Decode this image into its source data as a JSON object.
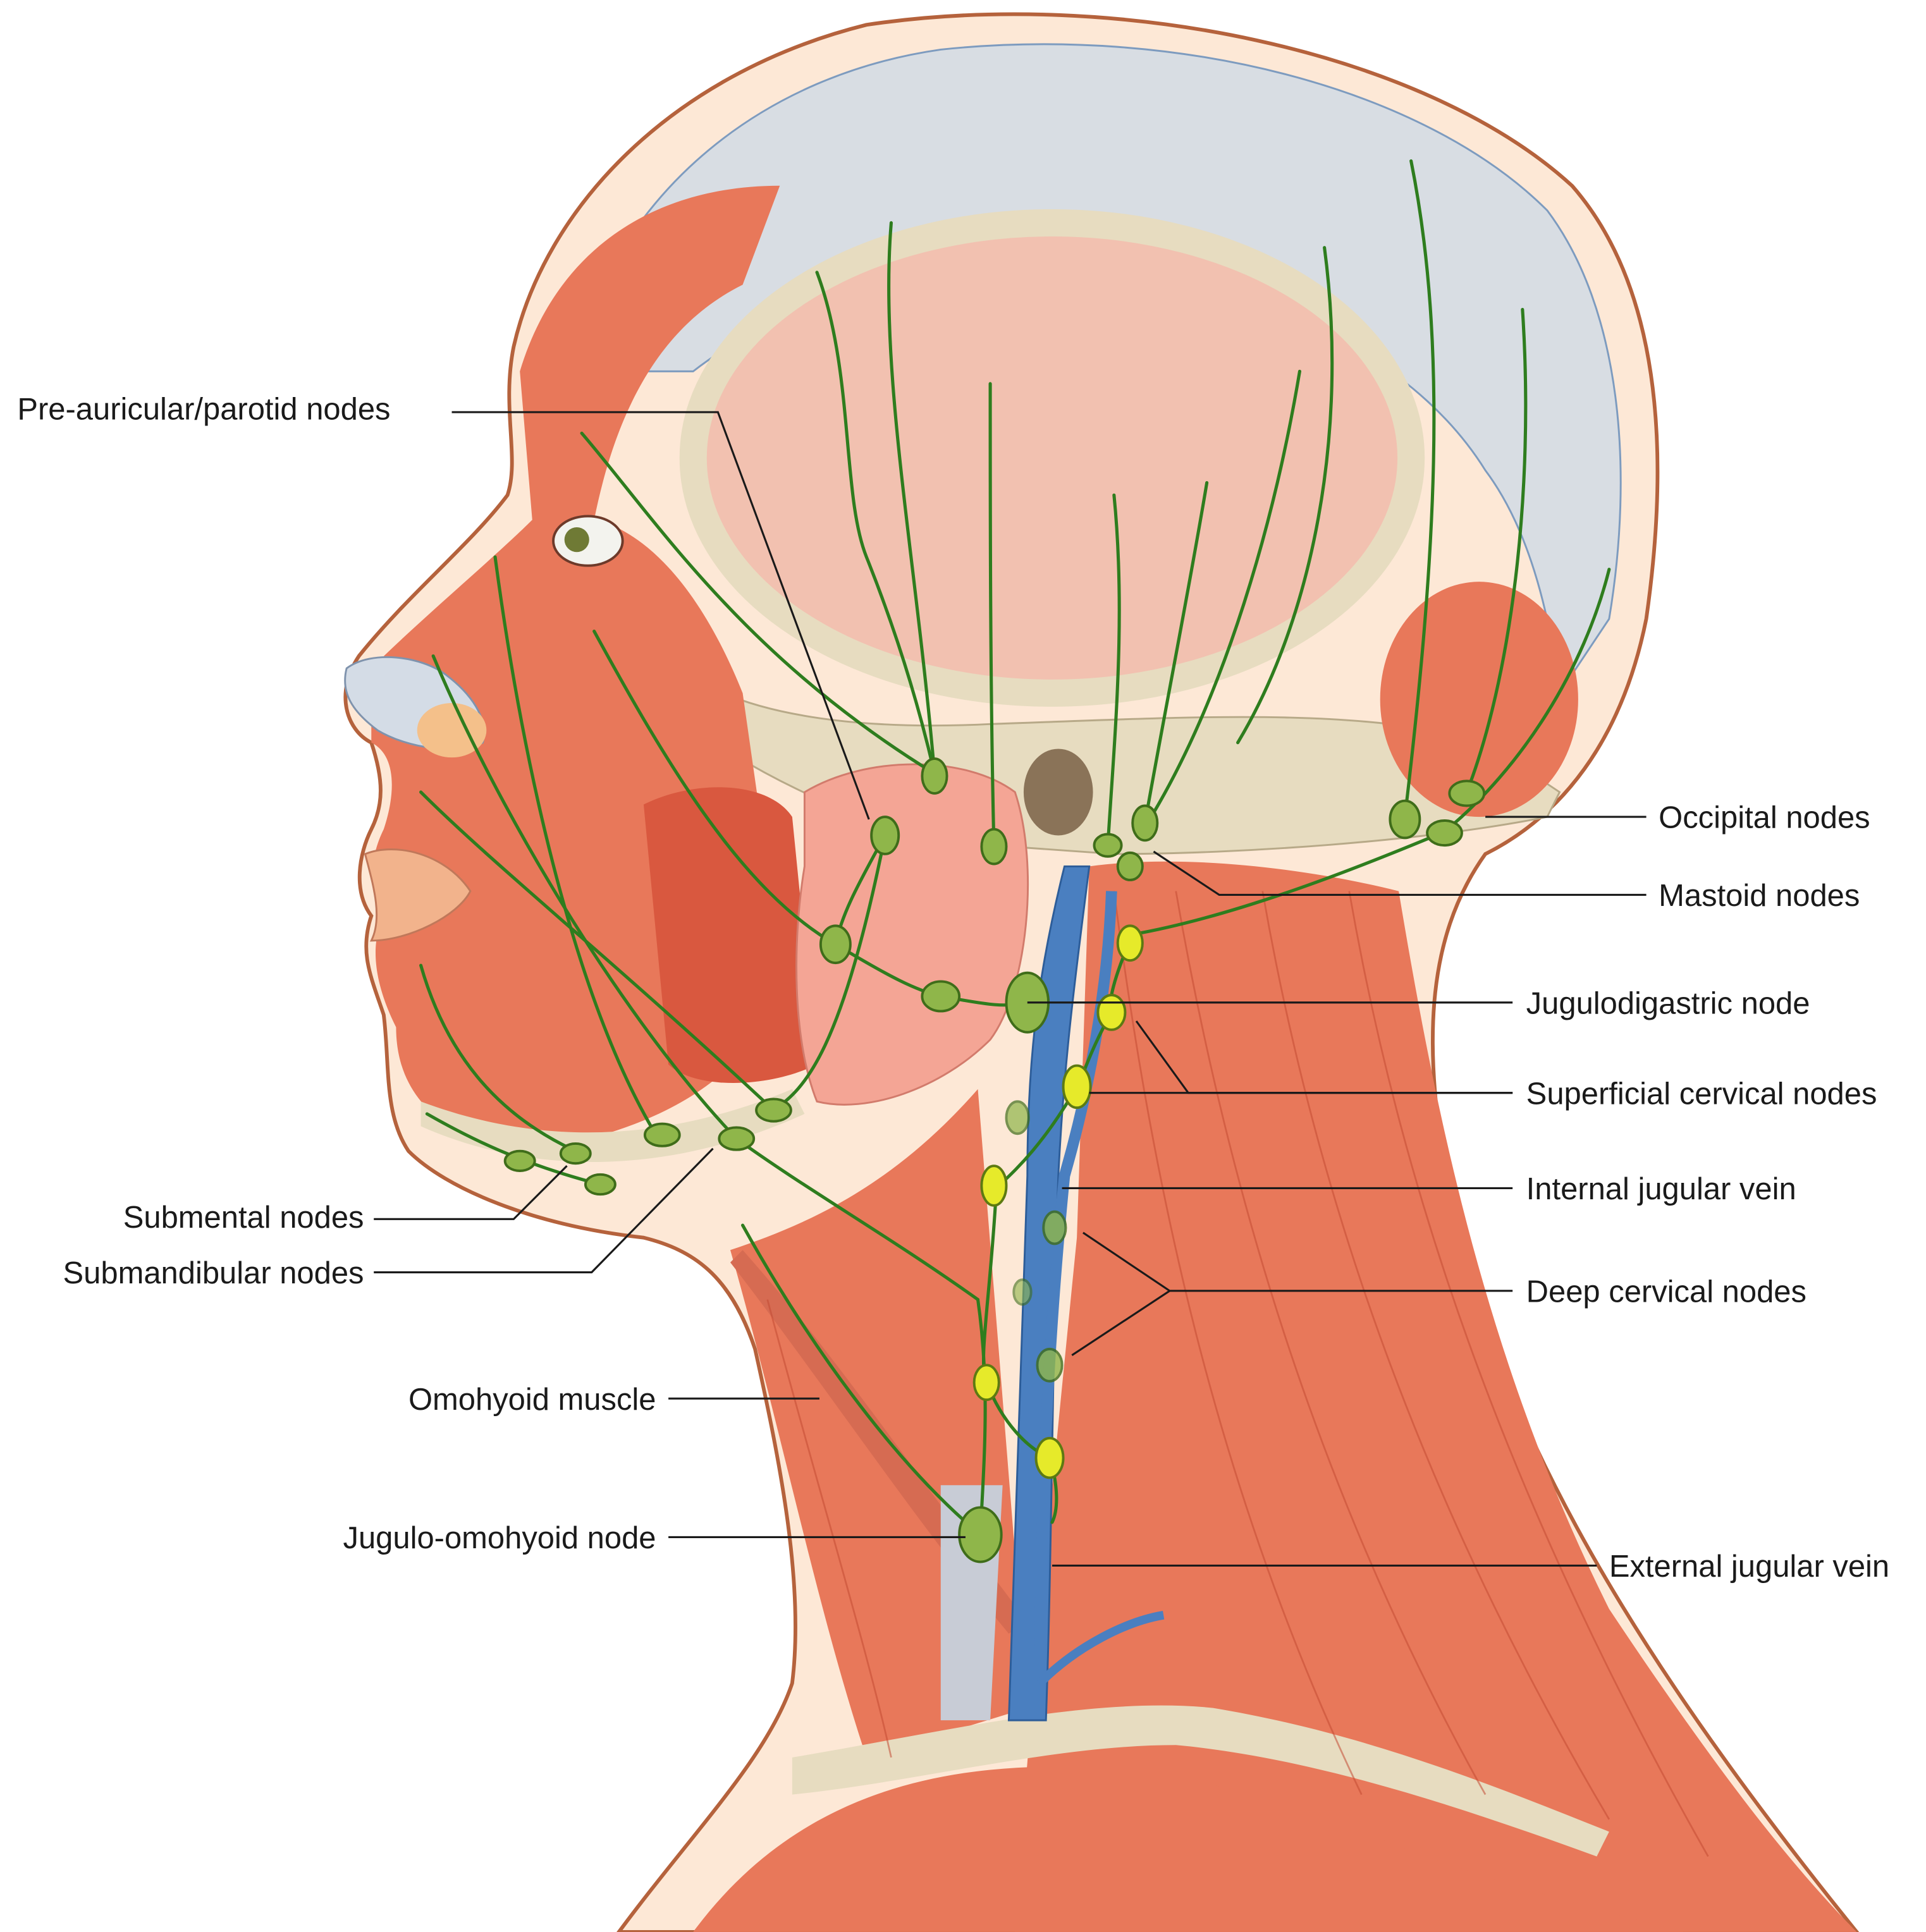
{
  "labels": {
    "preauricular": "Pre-auricular/parotid nodes",
    "occipital": "Occipital nodes",
    "mastoid": "Mastoid nodes",
    "jugulodigastric": "Jugulodigastric node",
    "superficial_cervical": "Superficial cervical nodes",
    "internal_jugular": "Internal jugular vein",
    "deep_cervical": "Deep cervical nodes",
    "external_jugular": "External jugular vein",
    "submental": "Submental nodes",
    "submandibular": "Submandibular nodes",
    "omohyoid": "Omohyoid muscle",
    "jugulo_omohyoid": "Jugulo-omohyoid node"
  },
  "colors": {
    "skin_outline": "#b5623c",
    "skin_fill": "#fde8d6",
    "muscle": "#e8785a",
    "skull": "#e7dcc0",
    "aponeurosis": "#d8dde3",
    "lymph_vessel": "#2e7d1e",
    "node_green": "#8fb64a",
    "node_yellow": "#e6ea2a",
    "vein": "#4a7fc0",
    "parotid": "#f4a595"
  }
}
